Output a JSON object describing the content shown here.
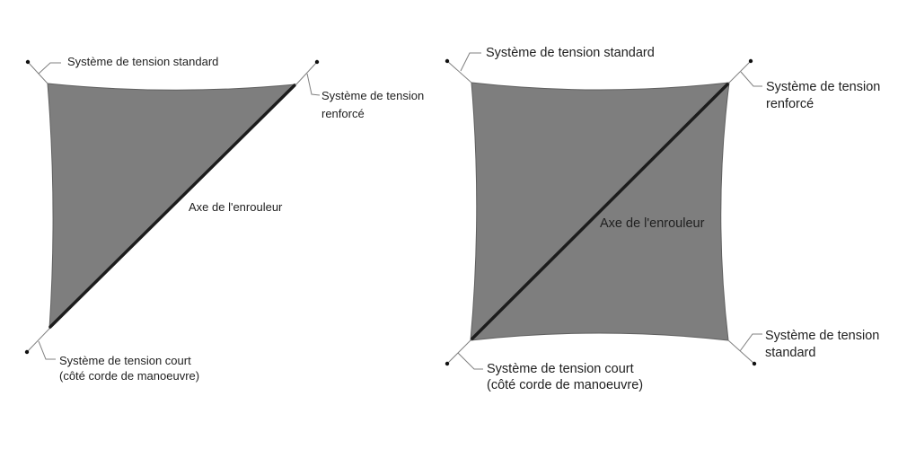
{
  "colors": {
    "background": "#ffffff",
    "sail_fill": "#7e7e7e",
    "sail_outline": "#5f5f5f",
    "axis_line": "#1c1c1c",
    "leader_line": "#808080",
    "anchor_dot": "#111111",
    "text": "#1f1f1f"
  },
  "left_diagram": {
    "sail_shape": "triangle",
    "labels": {
      "top": "Système de tension standard",
      "right": [
        "Système de tension",
        "renforcé"
      ],
      "axis": "Axe de l'enrouleur",
      "bottom": [
        "Système de tension court",
        "(côté corde de manoeuvre)"
      ]
    }
  },
  "right_diagram": {
    "sail_shape": "square",
    "labels": {
      "top": "Système de tension standard",
      "right": [
        "Système de tension",
        "renforcé"
      ],
      "axis": "Axe de l'enrouleur",
      "bottom_left": [
        "Système de tension court",
        "(côté corde de manoeuvre)"
      ],
      "bottom_right": [
        "Système de tension",
        "standard"
      ]
    }
  }
}
